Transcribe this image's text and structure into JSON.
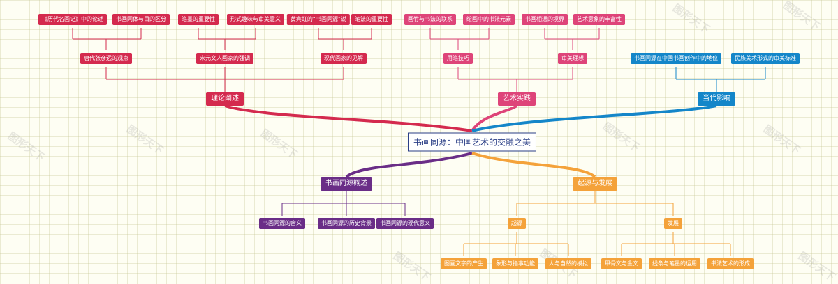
{
  "root": {
    "label": "书画同源：中国艺术的交融之美"
  },
  "theory": {
    "label": "理论阐述",
    "c1": {
      "label": "唐代张彦远的观点",
      "l1": "《历代名画记》中的论述",
      "l2": "书画同体与目的区分"
    },
    "c2": {
      "label": "宋元文人画家的强调",
      "l1": "笔墨的重要性",
      "l2": "形式趣味与审美意义"
    },
    "c3": {
      "label": "现代画家的见解",
      "l1": "黄宾虹的“书画同源”说",
      "l2": "笔法的重要性"
    }
  },
  "practice": {
    "label": "艺术实践",
    "c1": {
      "label": "用笔技巧",
      "l1": "画竹与书法的联系",
      "l2": "绘画中的书法元素"
    },
    "c2": {
      "label": "审美理想",
      "l1": "书画相通的境界",
      "l2": "艺术意象的丰富性"
    }
  },
  "influence": {
    "label": "当代影响",
    "l1": "书画同源在中国书画创作中的地位",
    "l2": "民族美术形式的审美标准"
  },
  "overview": {
    "label": "书画同源概述",
    "l1": "书画同源的含义",
    "l2": "书画同源的历史背景",
    "l3": "书画同源的现代意义"
  },
  "origin": {
    "label": "起源与发展",
    "c1": {
      "label": "起源",
      "l1": "图画文字的产生",
      "l2": "象形与指事功能",
      "l3": "人与自然的模拟"
    },
    "c2": {
      "label": "发展",
      "l1": "甲骨文与金文",
      "l2": "线条与笔墨的运用",
      "l3": "书法艺术的形成"
    }
  },
  "watermark": "图形天下",
  "colors": {
    "red": "#d42a4e",
    "pink": "#de4479",
    "blue": "#1486c9",
    "purple": "#6a2d87",
    "orange": "#f4a23a",
    "root": "#2a3e86"
  }
}
